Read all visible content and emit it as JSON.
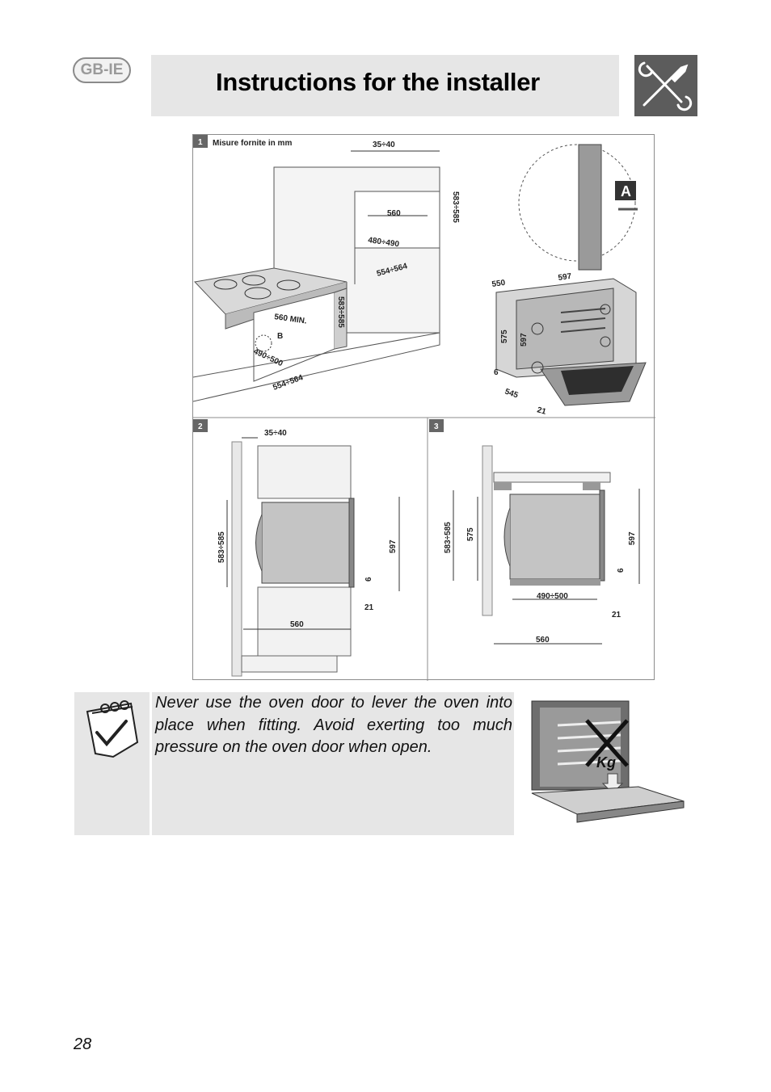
{
  "header": {
    "region_badge": "GB-IE",
    "title": "Instructions for the installer",
    "tools_icon": "screwdriver-wrench-icon"
  },
  "figure": {
    "panel_1": {
      "number": "1",
      "caption": "Misure fornite in mm",
      "dims": {
        "top_gap": "35÷40",
        "niche_height_upper": "583÷585",
        "niche_width_upper": "560",
        "niche_depth_upper": "480÷490",
        "niche_outer_upper": "554÷564",
        "niche_width_lower": "560 MIN.",
        "marker_b": "B",
        "niche_depth_lower": "490÷500",
        "niche_outer_lower": "554÷564",
        "niche_height_lower": "583÷585",
        "oven_depth": "550",
        "oven_width": "597",
        "oven_height_inner": "575",
        "oven_height": "597",
        "bottom_gap": "6",
        "depth_lower": "545",
        "door_thickness": "21",
        "detail_marker": "A"
      }
    },
    "panel_2": {
      "number": "2",
      "dims": {
        "top_gap": "35÷40",
        "niche_height": "583÷585",
        "oven_height": "597",
        "bottom_gap": "6",
        "door_thickness": "21",
        "niche_width": "560"
      }
    },
    "panel_3": {
      "number": "3",
      "dims": {
        "niche_height": "583÷585",
        "oven_height_inner": "575",
        "oven_height": "597",
        "bottom_gap": "6",
        "depth": "490÷500",
        "door_thickness": "21",
        "niche_width": "560"
      }
    }
  },
  "note": {
    "icon": "notepad-check-icon",
    "text": "Never use the oven door to lever the oven into place when fitting. Avoid exerting too much pressure on the oven door when open.",
    "illustration_label": "Kg"
  },
  "footer": {
    "page_number": "28"
  }
}
